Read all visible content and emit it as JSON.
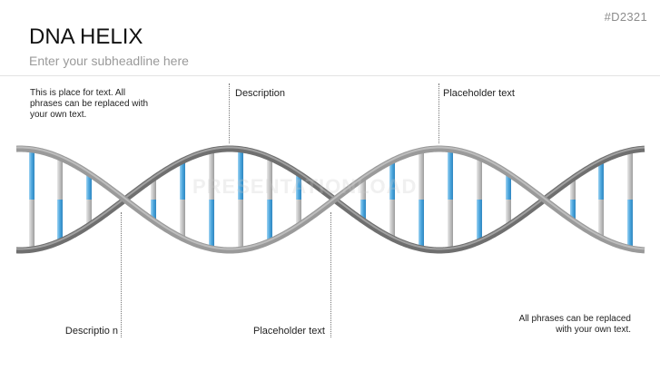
{
  "slide_id": "#D2321",
  "title": "DNA HELIX",
  "subtitle": "Enter your subheadline here",
  "watermark": "PRESENTATIONLOAD",
  "callouts": {
    "top_left_text": "This is place for text. All phrases can be replaced with your own text.",
    "top_description": "Description",
    "top_placeholder": "Placeholder text",
    "bottom_description": "Descriptio n",
    "bottom_placeholder": "Placeholder text",
    "bottom_right_text": "All phrases can be replaced with your own text."
  },
  "colors": {
    "strand": "#8f8f8f",
    "rung_blue": "#5aaee0",
    "rung_gray": "#c8c8c8"
  }
}
